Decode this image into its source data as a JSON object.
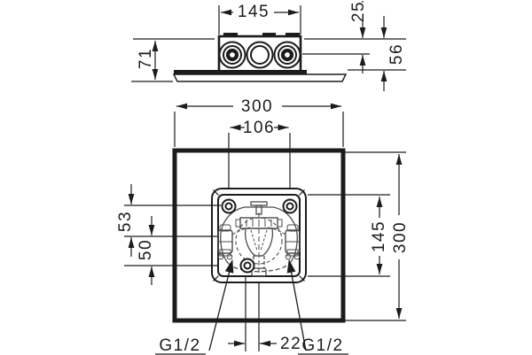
{
  "side_view": {
    "dim_width": "145",
    "dim_height": "71",
    "dim_top_offset": "25",
    "dim_connection_depth": "56"
  },
  "front_view": {
    "dim_outer_width": "300",
    "dim_screw_spacing": "106",
    "dim_outer_height": "300",
    "dim_body_height": "145",
    "dim_upper_offset": "53",
    "dim_lower_offset": "50",
    "dim_outlet_offset": "22",
    "label_connection_left": "G1/2",
    "label_connection_right": "G1/2"
  },
  "colors": {
    "line": "#1c1c1c",
    "mechanism": "#4d4d4d",
    "background": "#ffffff"
  }
}
